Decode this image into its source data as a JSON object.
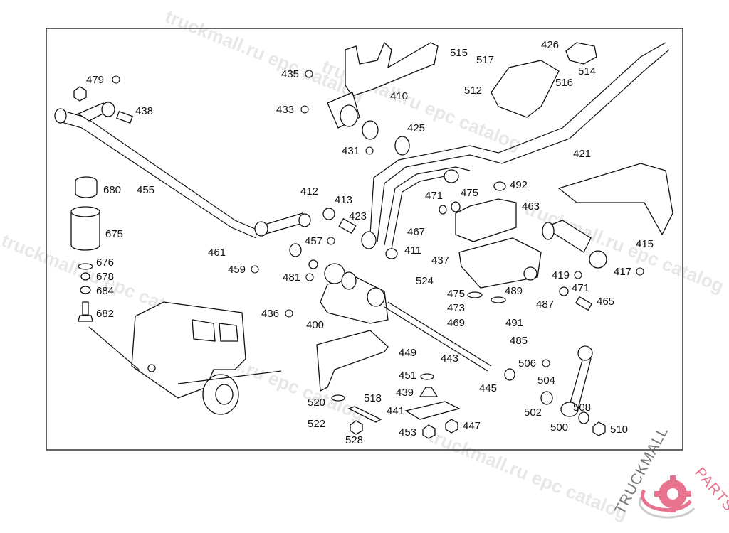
{
  "diagram": {
    "labels": [
      "479",
      "438",
      "435",
      "433",
      "410",
      "515",
      "517",
      "426",
      "514",
      "516",
      "512",
      "425",
      "431",
      "421",
      "680",
      "455",
      "412",
      "413",
      "492",
      "471",
      "475",
      "463",
      "423",
      "675",
      "467",
      "461",
      "457",
      "411",
      "415",
      "676",
      "437",
      "459",
      "481",
      "678",
      "419",
      "417",
      "524",
      "684",
      "471",
      "475",
      "489",
      "473",
      "487",
      "465",
      "436",
      "682",
      "469",
      "491",
      "400",
      "485",
      "449",
      "443",
      "506",
      "451",
      "504",
      "445",
      "439",
      "518",
      "520",
      "508",
      "441",
      "502",
      "522",
      "447",
      "500",
      "510",
      "453",
      "528"
    ],
    "marked_labels": [
      "479",
      "435",
      "433",
      "431",
      "457",
      "459",
      "481",
      "436",
      "419",
      "417",
      "506"
    ]
  },
  "watermark": {
    "text": "truckmall.ru epc catalog"
  },
  "logo": {
    "text_dark": "TRUCKMALL",
    "text_accent": "PARTS",
    "accent_color": "#e8738f",
    "dark_color": "#777777"
  }
}
